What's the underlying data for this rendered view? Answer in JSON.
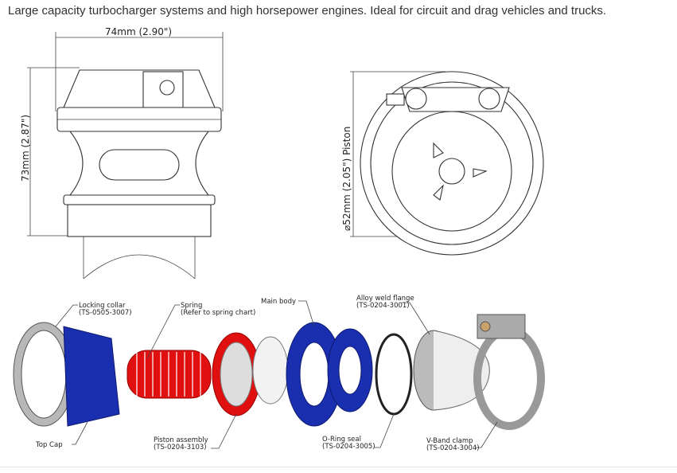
{
  "description": "Large capacity turbocharger systems and high horsepower engines. Ideal for circuit and drag vehicles and trucks.",
  "dimensions": {
    "width": "74mm (2.90\")",
    "height": "73mm (2.87\")",
    "piston": "⌀52mm (2.05\") Piston"
  },
  "parts": {
    "locking_collar": {
      "name": "Locking collar",
      "code": "(TS-0505-3007)"
    },
    "spring": {
      "name": "Spring",
      "code": "(Refer to spring chart)"
    },
    "main_body": {
      "name": "Main body"
    },
    "alloy_weld_flange": {
      "name": "Alloy weld flange",
      "code": "(TS-0204-3001)"
    },
    "top_cap": {
      "name": "Top Cap"
    },
    "piston_assembly": {
      "name": "Piston assembly",
      "code": "(TS-0204-3103)"
    },
    "o_ring_seal": {
      "name": "O-Ring seal",
      "code": "(TS-0204-3005)"
    },
    "v_band_clamp": {
      "name": "V-Band clamp",
      "code": "(TS-0204-3004)"
    }
  },
  "colors": {
    "body": "#1a2fb0",
    "spring": "#e01010",
    "metal": "#a8a8a8"
  }
}
